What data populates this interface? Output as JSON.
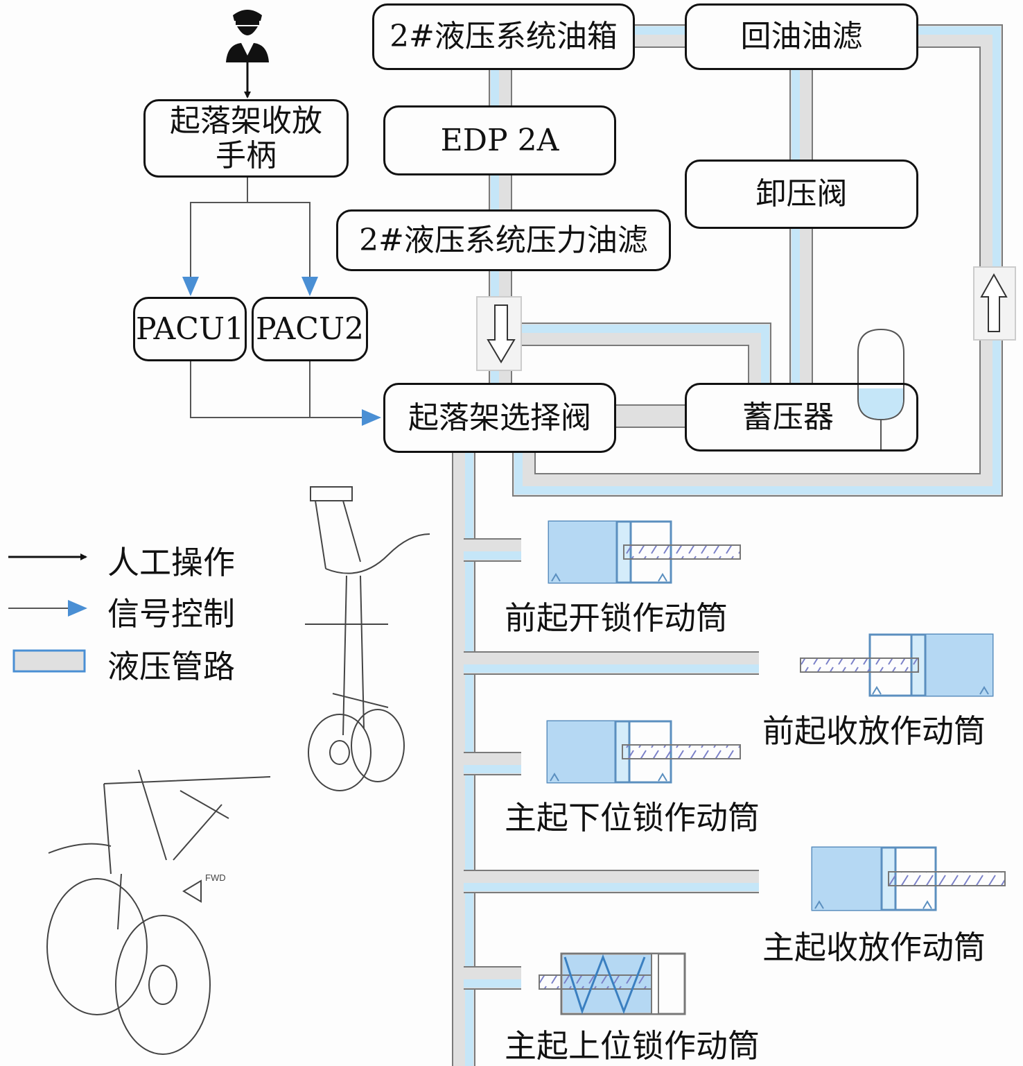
{
  "components": {
    "tank": "2#液压系统油箱",
    "return_filter": "回油油滤",
    "edp": "EDP 2A",
    "unload_valve": "卸压阀",
    "pressure_filter": "2#液压系统压力油滤",
    "handle": "起落架收放手柄",
    "pacu1": "PACU1",
    "pacu2": "PACU2",
    "selector_valve": "起落架选择阀",
    "accumulator": "蓄压器"
  },
  "actuators": [
    "前起开锁作动筒",
    "前起收放作动筒",
    "主起下位锁作动筒",
    "主起收放作动筒",
    "主起上位锁作动筒"
  ],
  "legend": [
    {
      "label": "人工操作",
      "icon": "black-arrow",
      "color": "#111111"
    },
    {
      "label": "信号控制",
      "icon": "blue-arrow",
      "color": "#4a8fd4"
    },
    {
      "label": "液压管路",
      "icon": "pipe",
      "color": "#c5e6f8"
    }
  ],
  "drawing_text": "FWD",
  "colors": {
    "pipe_gray": "#e0e0e0",
    "pipe_blue": "#c5e6f8",
    "signal": "#4a8fd4",
    "cylinder": "#b5d8f3"
  }
}
